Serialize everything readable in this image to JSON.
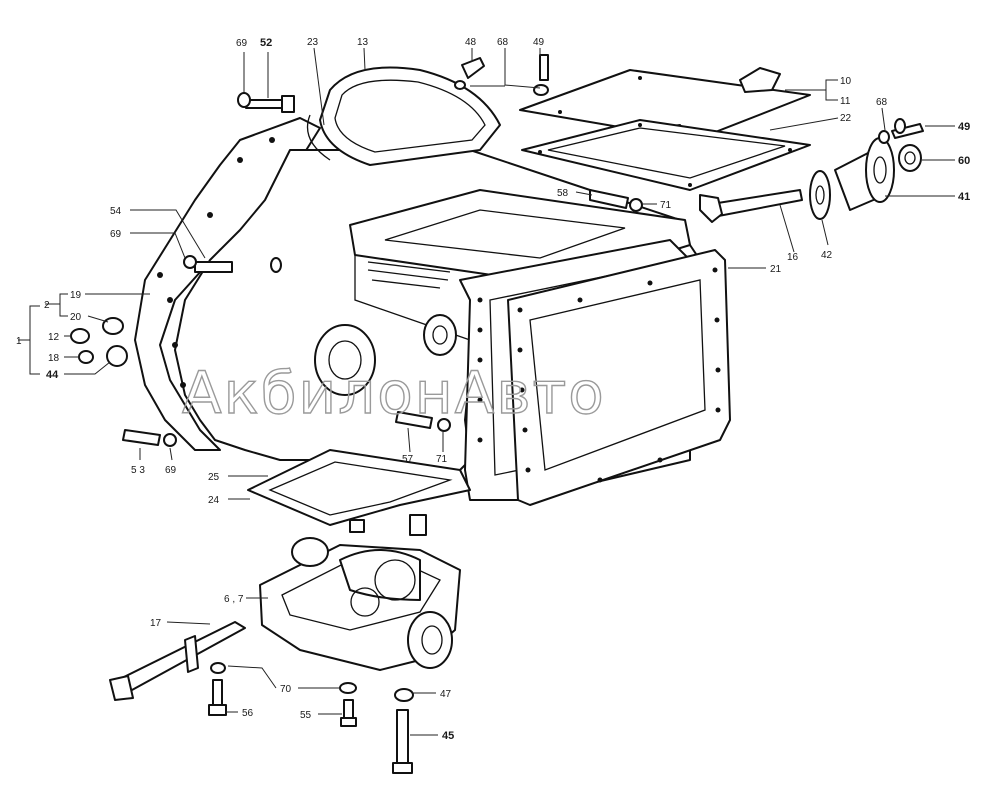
{
  "watermark": "АкбилонАвто",
  "callouts": [
    {
      "id": "c69a",
      "text": "69"
    },
    {
      "id": "c52",
      "text": "52"
    },
    {
      "id": "c23",
      "text": "23"
    },
    {
      "id": "c13",
      "text": "13"
    },
    {
      "id": "c48",
      "text": "48"
    },
    {
      "id": "c68a",
      "text": "68"
    },
    {
      "id": "c49a",
      "text": "49"
    },
    {
      "id": "c10",
      "text": "10"
    },
    {
      "id": "c11",
      "text": "11"
    },
    {
      "id": "c22",
      "text": "22"
    },
    {
      "id": "c68b",
      "text": "68"
    },
    {
      "id": "c49b",
      "text": "49"
    },
    {
      "id": "c60",
      "text": "60"
    },
    {
      "id": "c41",
      "text": "41"
    },
    {
      "id": "c42",
      "text": "42"
    },
    {
      "id": "c16",
      "text": "16"
    },
    {
      "id": "c58",
      "text": "58"
    },
    {
      "id": "c71a",
      "text": "71"
    },
    {
      "id": "c21",
      "text": "21"
    },
    {
      "id": "c54",
      "text": "54"
    },
    {
      "id": "c69b",
      "text": "69"
    },
    {
      "id": "c19",
      "text": "19"
    },
    {
      "id": "c2",
      "text": "2"
    },
    {
      "id": "c20",
      "text": "20"
    },
    {
      "id": "c1",
      "text": "1"
    },
    {
      "id": "c12",
      "text": "12"
    },
    {
      "id": "c18",
      "text": "18"
    },
    {
      "id": "c44",
      "text": "44"
    },
    {
      "id": "c53",
      "text": "5 3"
    },
    {
      "id": "c69c",
      "text": "69"
    },
    {
      "id": "c57",
      "text": "57"
    },
    {
      "id": "c71b",
      "text": "71"
    },
    {
      "id": "c25",
      "text": "25"
    },
    {
      "id": "c24",
      "text": "24"
    },
    {
      "id": "c67",
      "text": "6 , 7"
    },
    {
      "id": "c17",
      "text": "17"
    },
    {
      "id": "c70",
      "text": "70"
    },
    {
      "id": "c47",
      "text": "47"
    },
    {
      "id": "c56",
      "text": "56"
    },
    {
      "id": "c55",
      "text": "55"
    },
    {
      "id": "c45",
      "text": "45"
    }
  ]
}
